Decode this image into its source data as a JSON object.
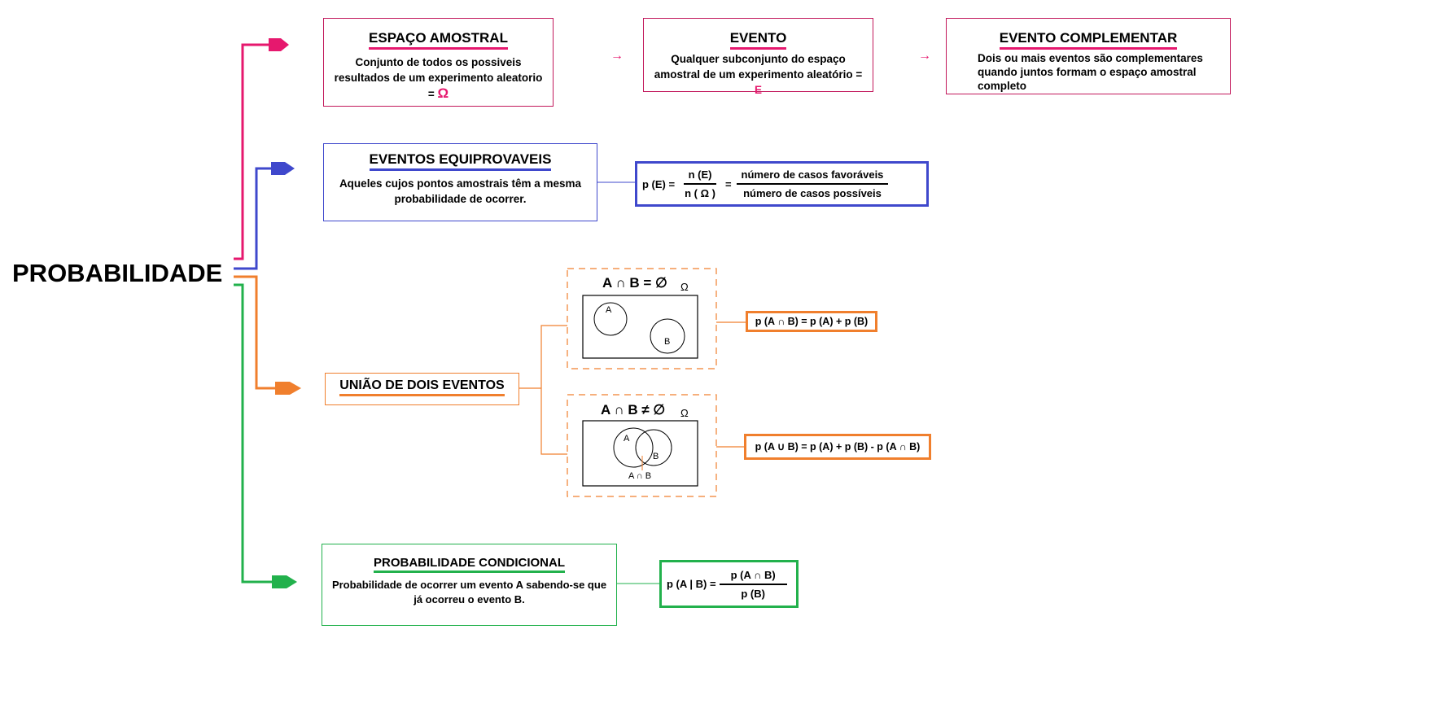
{
  "main_title": "PROBABILIDADE",
  "colors": {
    "pink": "#e6186e",
    "blue": "#3f48cc",
    "orange": "#f07f2d",
    "green": "#22b14c"
  },
  "espaco": {
    "title": "ESPAÇO AMOSTRAL",
    "text": "Conjunto de todos os possiveis resultados de um experimento aleatorio  = ",
    "symbol": "Ω"
  },
  "evento": {
    "title": "EVENTO",
    "text": "Qualquer subconjunto do espaço amostral de um experimento aleatório = ",
    "symbol": "E"
  },
  "complementar": {
    "title": "EVENTO COMPLEMENTAR",
    "text": "Dois ou mais eventos são complementares quando juntos formam o espaço amostral completo"
  },
  "arrow_glyph": "→",
  "equiprovaveis": {
    "title": "EVENTOS EQUIPROVAVEIS",
    "text": "Aqueles cujos pontos amostrais têm a mesma probabilidade de ocorrer.",
    "formula": {
      "lhs": "p (E) =",
      "num1": "n (E)",
      "den1": "n ( Ω )",
      "eq": "=",
      "num2": "número de casos favoráveis",
      "den2": "número de casos possíveis"
    }
  },
  "uniao": {
    "title": "UNIÃO DE DOIS EVENTOS",
    "case1": {
      "label": "A ∩ B = ∅",
      "omega": "Ω",
      "a": "A",
      "b": "B",
      "formula": "p (A ∩ B) = p (A) + p (B)"
    },
    "case2": {
      "label": "A ∩ B ≠ ∅",
      "omega": "Ω",
      "a": "A",
      "b": "B",
      "intersection": "A ∩ B",
      "formula": "p (A ∪ B) = p (A) + p (B) - p (A ∩ B)"
    }
  },
  "condicional": {
    "title": "PROBABILIDADE  CONDICIONAL",
    "text": "Probabilidade de ocorrer um evento A sabendo-se que já ocorreu o evento B.",
    "formula": {
      "lhs": "p (A | B) =",
      "num": "p (A ∩ B)",
      "den": "p (B)"
    }
  }
}
